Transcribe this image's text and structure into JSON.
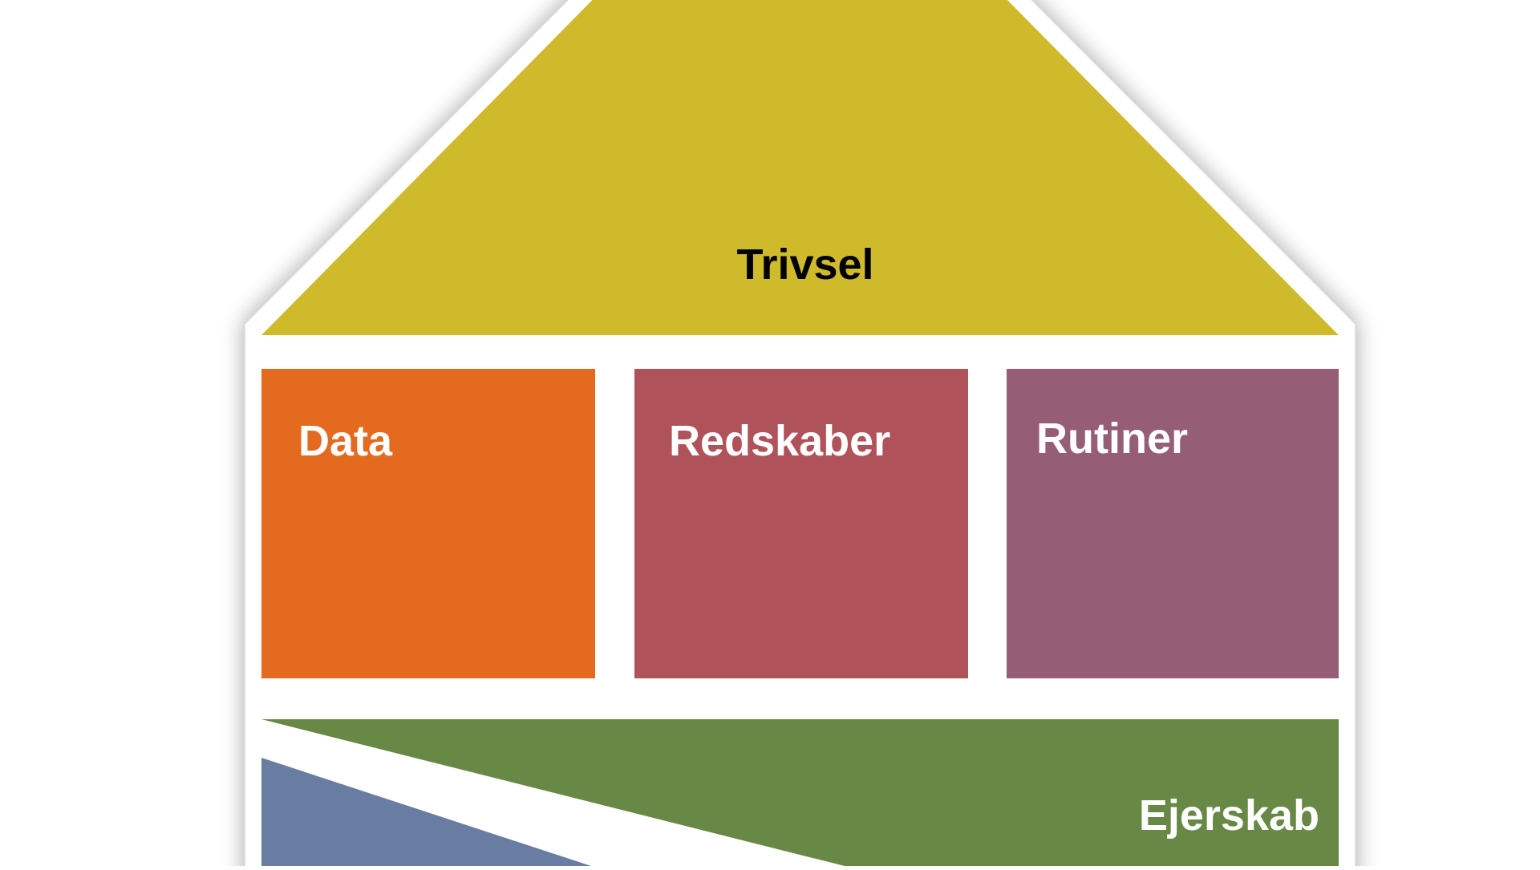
{
  "diagram": {
    "type": "house-model",
    "roof": {
      "label": "Trivsel",
      "color": "#CFBA2C",
      "text_color": "#000000"
    },
    "pillars": [
      {
        "label": "Data",
        "color": "#E46A20",
        "text_color": "#FFFFFF"
      },
      {
        "label": "Redskaber",
        "color": "#B0525A",
        "text_color": "#FFFFFF"
      },
      {
        "label": "Rutiner",
        "color": "#955D76",
        "text_color": "#FFFFFF"
      }
    ],
    "foundation": [
      {
        "label": "Ejerskab",
        "color": "#688846",
        "text_color": "#FFFFFF"
      },
      {
        "label": "",
        "color": "#687DA1",
        "text_color": "#FFFFFF"
      }
    ],
    "outline_color": "#FFFFFF",
    "background": "#FFFFFF"
  }
}
